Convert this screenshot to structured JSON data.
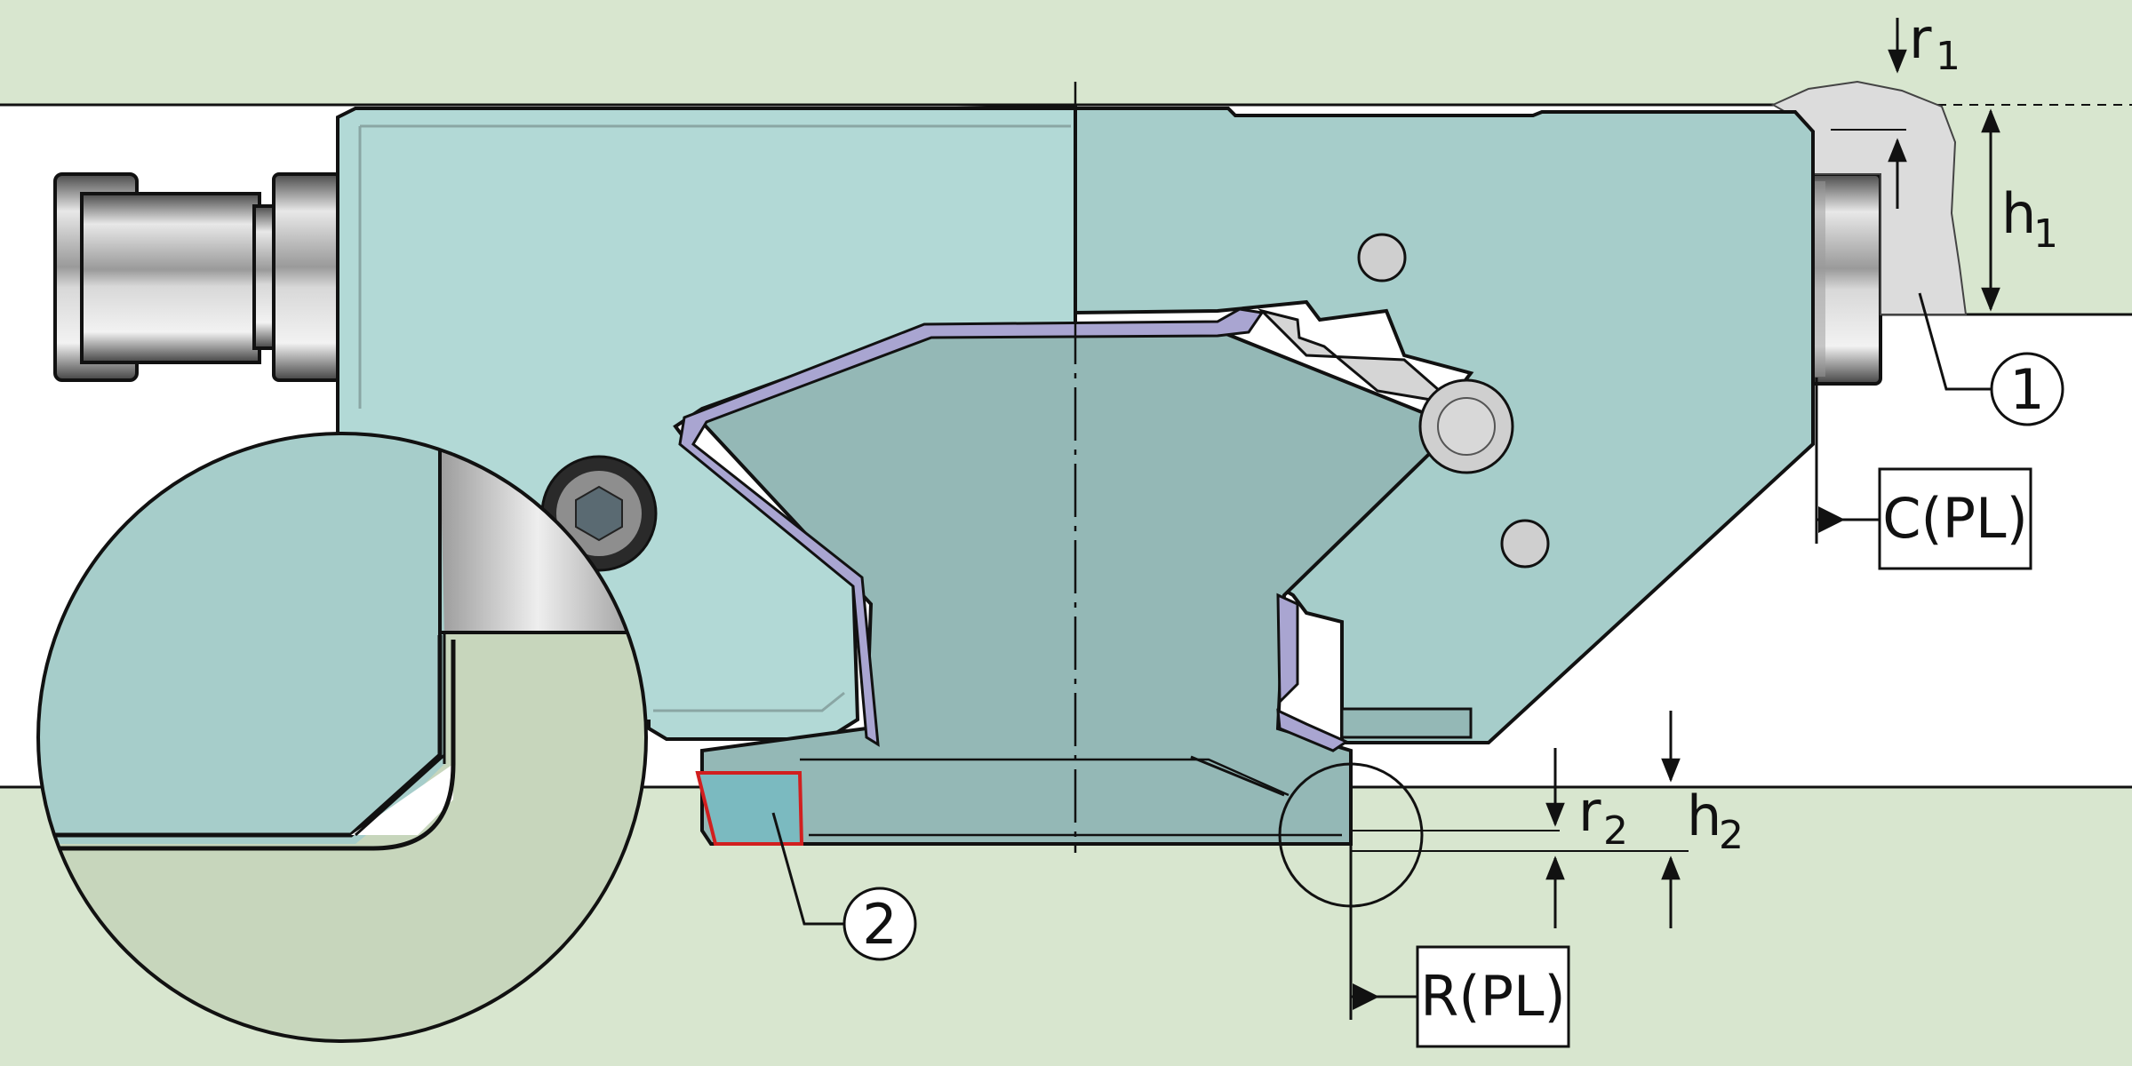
{
  "labels": {
    "r1": "r",
    "r1_sub": "1",
    "h1": "h",
    "h1_sub": "1",
    "r2": "r",
    "r2_sub": "2",
    "h2": "h",
    "h2_sub": "2",
    "c_pl": "C(PL)",
    "r_pl": "R(PL)",
    "callout_1": "1",
    "callout_2": "2"
  },
  "colors": {
    "background": "#d8e6cf",
    "gap": "#ffffff",
    "body_light": "#b2d9d6",
    "body": "#a6cdca",
    "rail": "#94b8b6",
    "seal": "#a9a5d1",
    "ref_part": "#dcdcdc",
    "zoom_rail": "#c7d6bc",
    "outline": "#111111",
    "highlight": "#d11f1f"
  }
}
